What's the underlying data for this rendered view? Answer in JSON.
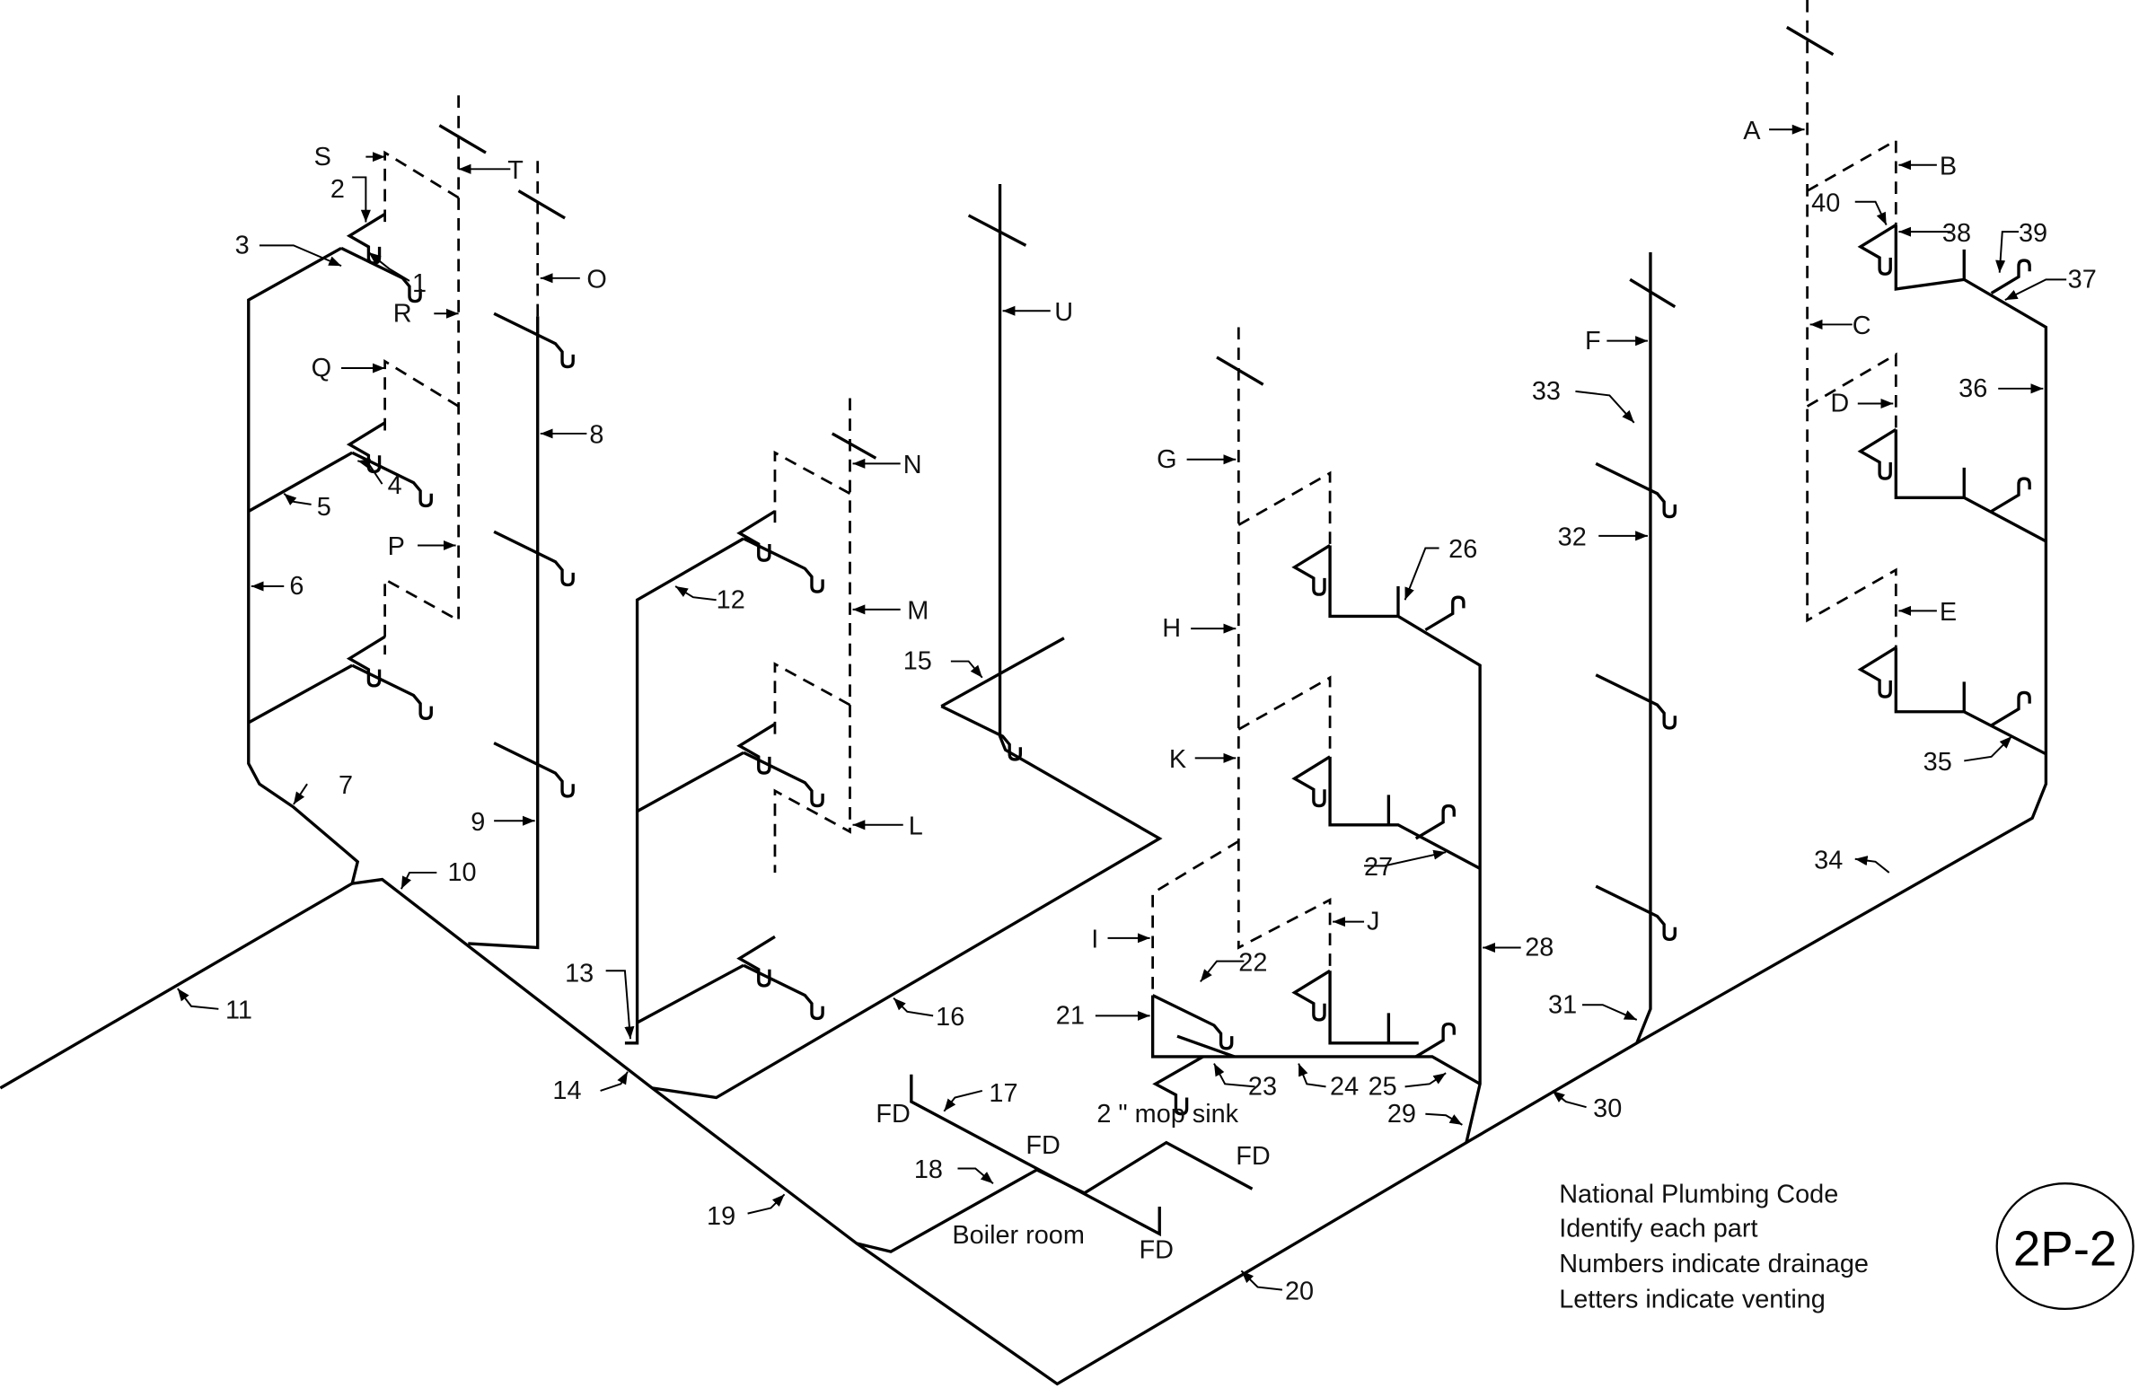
{
  "title_block": {
    "line1": "National Plumbing Code",
    "line2": "Identify each part",
    "line3": "Numbers indicate drainage",
    "line4": "Letters indicate venting",
    "sheet_id": "2P-2"
  },
  "annotations": {
    "mop_sink": "2 \" mop sink",
    "boiler_room": "Boiler room",
    "fd": "FD"
  },
  "labels": {
    "n1": "1",
    "n2": "2",
    "n3": "3",
    "n4": "4",
    "n5": "5",
    "n6": "6",
    "n7": "7",
    "n8": "8",
    "n9": "9",
    "n10": "10",
    "n11": "11",
    "n12": "12",
    "n13": "13",
    "n14": "14",
    "n15": "15",
    "n16": "16",
    "n17": "17",
    "n18": "18",
    "n19": "19",
    "n20": "20",
    "n21": "21",
    "n22": "22",
    "n23": "23",
    "n24": "24",
    "n25": "25",
    "n26": "26",
    "n27": "27",
    "n28": "28",
    "n29": "29",
    "n30": "30",
    "n31": "31",
    "n32": "32",
    "n33": "33",
    "n34": "34",
    "n35": "35",
    "n36": "36",
    "n37": "37",
    "n38": "38",
    "n39": "39",
    "n40": "40",
    "A": "A",
    "B": "B",
    "C": "C",
    "D": "D",
    "E": "E",
    "F": "F",
    "G": "G",
    "H": "H",
    "I": "I",
    "J": "J",
    "K": "K",
    "L": "L",
    "M": "M",
    "N": "N",
    "O": "O",
    "P": "P",
    "Q": "Q",
    "R": "R",
    "S": "S",
    "T": "T",
    "U": "U"
  }
}
